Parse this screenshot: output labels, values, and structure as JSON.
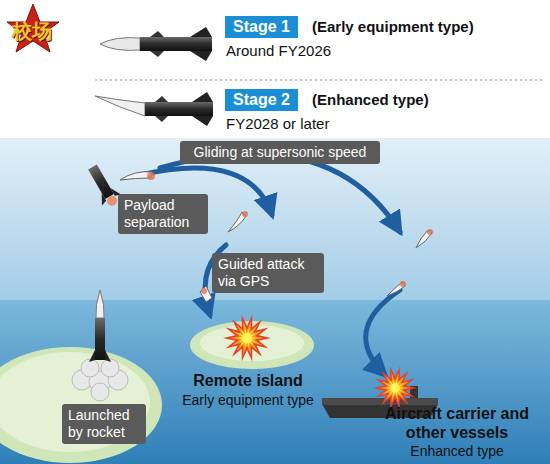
{
  "diagram": {
    "nodes": [
      {
        "text": [
          "Stage 1"
        ]
      },
      {
        "text": [
          "Stage 2"
        ]
      },
      {
        "text": [
          "Gliding at supersonic speed"
        ]
      },
      {
        "text": [
          "Payload separation"
        ]
      },
      {
        "text": [
          "Guided attack via GPS"
        ]
      },
      {
        "text": [
          "Launched by rocket"
        ]
      }
    ],
    "labels": [
      "(Early equipment type)",
      "Around FY2026",
      "(Enhanced type)",
      "FY2028 or later",
      "Remote island",
      "Early equipment type",
      "Aircraft carrier and other vessels",
      "Enhanced type",
      "校场"
    ]
  }
}
